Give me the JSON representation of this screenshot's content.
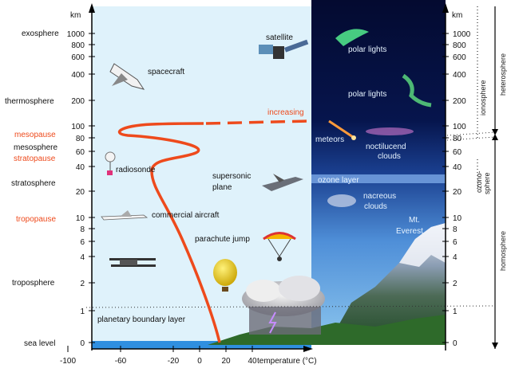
{
  "axis": {
    "unit_left": "km",
    "unit_right": "km",
    "altitude_ticks": [
      "0",
      "1",
      "2",
      "4",
      "6",
      "8",
      "10",
      "20",
      "40",
      "60",
      "80",
      "100",
      "200",
      "400",
      "600",
      "800",
      "1000"
    ],
    "temperature_ticks": [
      "-100",
      "-60",
      "-20",
      "0",
      "20",
      "40"
    ],
    "temperature_label": "temperature (°C)"
  },
  "layers": {
    "exosphere": "exosphere",
    "thermosphere": "thermosphere",
    "mesopause": "mesopause",
    "mesosphere": "mesosphere",
    "stratopause": "stratopause",
    "stratosphere": "stratosphere",
    "tropopause": "tropopause",
    "troposphere": "troposphere",
    "sea_level": "sea level"
  },
  "objects": {
    "satellite": "satellite",
    "spacecraft": "spacecraft",
    "increasing": "increasing",
    "radiosonde": "radiosonde",
    "supersonic_1": "supersonic",
    "supersonic_2": "plane",
    "commercial_aircraft": "commercial aircraft",
    "parachute_jump": "parachute jump",
    "pbl": "planetary boundary layer",
    "polar_lights_1": "polar lights",
    "polar_lights_2": "polar lights",
    "meteors": "meteors",
    "noctilucent_1": "noctilucend",
    "noctilucent_2": "clouds",
    "ozone_layer": "ozone layer",
    "nacreous_1": "nacreous",
    "nacreous_2": "clouds",
    "everest_1": "Mt.",
    "everest_2": "Everest"
  },
  "side_labels": {
    "heterosphere": "heterosphere",
    "ionosphere": "ionosphere",
    "ozonosphere_1": "ozono-",
    "ozonosphere_2": "sphere",
    "homosphere": "homosphere"
  },
  "colors": {
    "sky_light": "#dff2fb",
    "space_dark": "#050e3a",
    "sky_blue": "#3d7fd1",
    "temperature_curve": "#ee4a1c",
    "layer_red": "#ee4a1c"
  }
}
